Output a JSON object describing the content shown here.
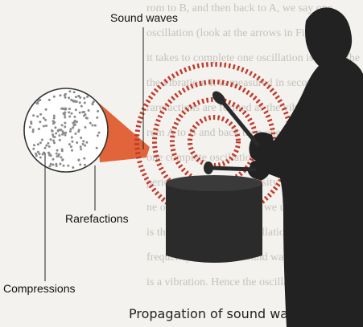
{
  "labels": {
    "sound_waves": "Sound waves",
    "rarefactions": "Rarefactions",
    "compressions": "Compressions"
  },
  "caption": "Propagation of sound waves",
  "background_text": [
    "rom to B, and then back to A, we say one",
    "oscillation (look at the arrows in Figure 12.",
    "it takes to complete one oscillation is called the tim",
    "the vibration. It is measured in seconds.",
    "rarefactions are formed as the vibrating object",
    "rom A to B and back then one compression and",
    "one complete oscillation we would see the s",
    "periodic variations of density are physics. H",
    "ne of these wavy patterns we use that it c",
    "is the rate at which it oscillations, wh",
    "frequency and pitch Sound waves",
    "is a vibration. Hence the oscillat"
  ],
  "colors": {
    "wave_red": "#c0392b",
    "cone_orange": "#e2643a",
    "silhouette": "#222222",
    "background": "#f3f2ee"
  }
}
